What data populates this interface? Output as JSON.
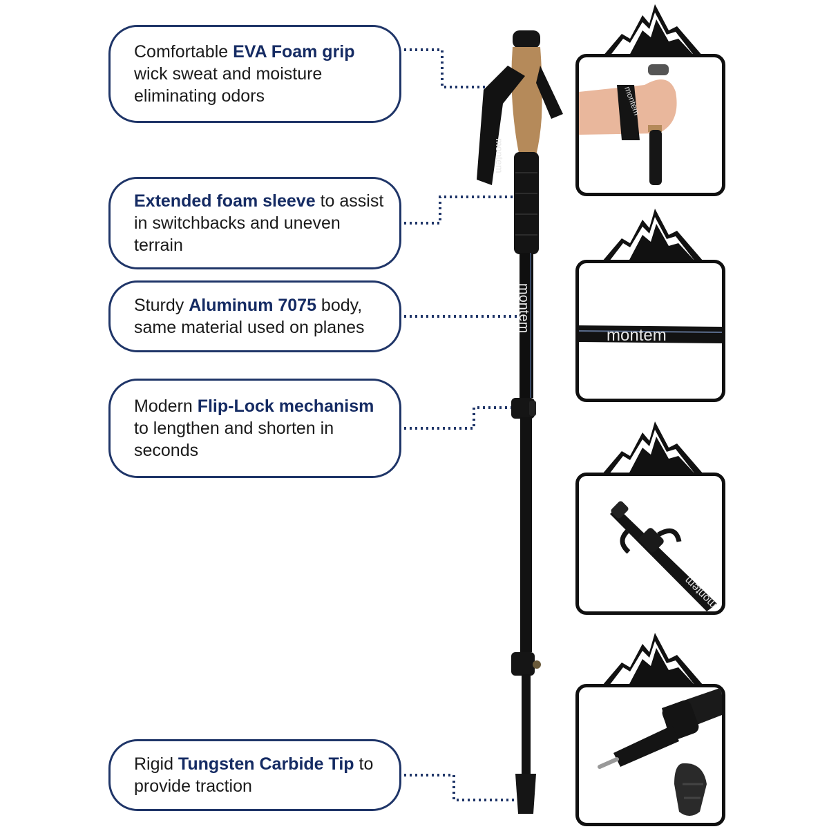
{
  "callouts": [
    {
      "pre": "Comfortable ",
      "bold": "EVA Foam grip",
      "post": " wick sweat and moisture eliminating odors"
    },
    {
      "pre": "",
      "bold": "Extended foam sleeve",
      "post": " to assist in switchbacks and uneven terrain"
    },
    {
      "pre": "Sturdy ",
      "bold": "Aluminum 7075",
      "post": " body, same material used on planes"
    },
    {
      "pre": "Modern ",
      "bold": "Flip-Lock mechanism",
      "post": " to lengthen and shorten in seconds"
    },
    {
      "pre": "Rigid ",
      "bold": "Tungsten Carbide Tip",
      "post": " to provide traction"
    }
  ],
  "brand": "montem",
  "colors": {
    "accent": "#1f3568",
    "pole": "#111111",
    "cork": "#b58a5a"
  },
  "icons": [
    "mountain-peak-icon",
    "mountain-peak-icon",
    "mountain-peak-icon",
    "mountain-peak-icon"
  ]
}
